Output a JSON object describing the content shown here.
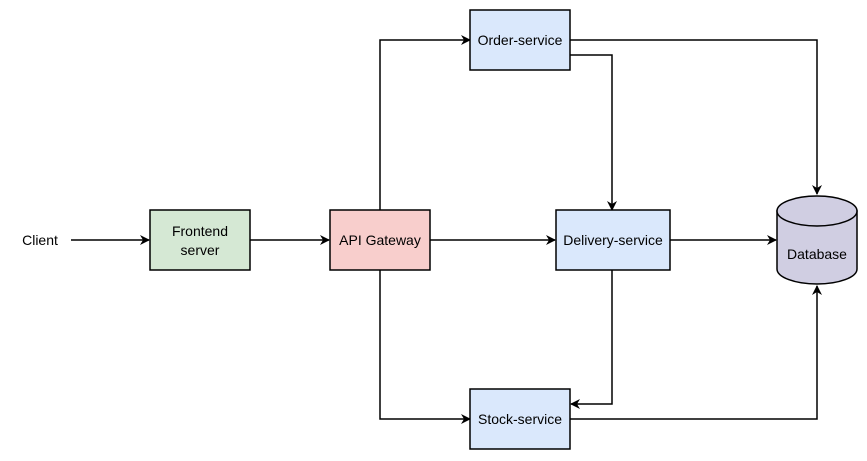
{
  "nodes": {
    "client": {
      "label": "Client"
    },
    "frontend": {
      "label_line1": "Frontend",
      "label_line2": "server"
    },
    "gateway": {
      "label": "API Gateway"
    },
    "order": {
      "label": "Order-service"
    },
    "delivery": {
      "label": "Delivery-service"
    },
    "stock": {
      "label": "Stock-service"
    },
    "database": {
      "label": "Database"
    }
  },
  "colors": {
    "frontend_fill": "#d5e8d4",
    "frontend_stroke": "#82b366",
    "gateway_fill": "#f8cecc",
    "gateway_stroke": "#b85450",
    "service_fill": "#dae8fc",
    "service_stroke": "#6c8ebf",
    "database_fill": "#d0cee2",
    "database_stroke": "#56517e",
    "edge": "#000000"
  },
  "edges": [
    {
      "from": "client",
      "to": "frontend"
    },
    {
      "from": "frontend",
      "to": "gateway"
    },
    {
      "from": "gateway",
      "to": "order"
    },
    {
      "from": "gateway",
      "to": "delivery"
    },
    {
      "from": "gateway",
      "to": "stock"
    },
    {
      "from": "order",
      "to": "delivery"
    },
    {
      "from": "order",
      "to": "database"
    },
    {
      "from": "delivery",
      "to": "database"
    },
    {
      "from": "delivery",
      "to": "stock"
    },
    {
      "from": "stock",
      "to": "database"
    }
  ]
}
